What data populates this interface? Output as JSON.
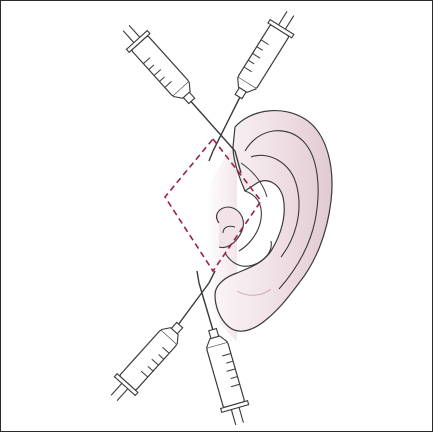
{
  "figure": {
    "subject": "ear-block-injection",
    "colors": {
      "background": "#ffffff",
      "frame": "#2a2a2a",
      "line": "#3a3a3a",
      "skin_light": "#f3e8ec",
      "skin_mid": "#e6d0d7",
      "skin_fold": "#d9bcc6",
      "dashed_path": "#9e1c4f",
      "syringe_fill": "#ffffff"
    },
    "syringe_count": 4,
    "icons": [
      "syringe-icon",
      "needle-icon",
      "ear-icon",
      "diamond-dashed-path"
    ]
  }
}
